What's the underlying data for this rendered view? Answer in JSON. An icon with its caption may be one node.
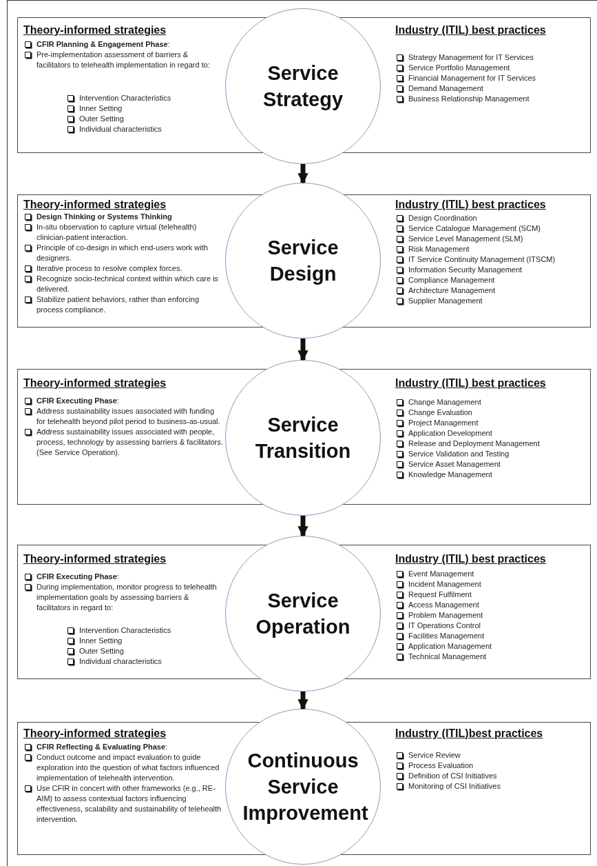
{
  "diagram": {
    "nodes": [
      {
        "text": [],
        "shape": "box"
      },
      {
        "text": [
          "Theory-informed strategies",
          "**CFIR Planning & Engagement Phase**:",
          "Pre-implementation assessment of barriers & facilitators to telehealth implementation in regard to:"
        ],
        "in": 0
      },
      {
        "text": [
          "Intervention Characteristics",
          "Inner Setting",
          "Outer Setting",
          "Individual characteristics"
        ],
        "in": 0
      },
      {
        "text": [
          "Service Strategy"
        ]
      },
      {
        "text": [
          "Industry (ITIL) best practices",
          "Strategy Management for IT Services",
          "Service Portfolio Management",
          "Financial Management for IT Services",
          "Demand Management",
          "Business Relationship Management"
        ],
        "in": 0
      },
      {
        "text": [],
        "shape": "box"
      },
      {
        "text": [
          "Theory-informed strategies",
          "**Design Thinking or Systems Thinking**",
          "In-situ observation to capture virtual (telehealth) clinician-patient interaction.",
          "Principle of co-design in which end-users work with designers.",
          "Iterative process to resolve complex forces.",
          "Recognize socio-technical context within which care is delivered.",
          "Stabilize patient behaviors, rather than enforcing process compliance."
        ],
        "in": 5
      },
      {
        "text": [
          "Service Design"
        ]
      },
      {
        "text": [
          "Industry (ITIL) best practices",
          "Design Coordination",
          "Service Catalogue Management (SCM)",
          "Service Level Management (SLM)",
          "Risk Management",
          "IT Service Continuity Management (ITSCM)",
          "Information Security Management",
          "Compliance Management",
          "Architecture Management",
          "Supplier Management"
        ],
        "in": 5
      },
      {
        "text": [],
        "shape": "box"
      },
      {
        "text": [
          "Theory-informed strategies",
          "**CFIR Executing Phase**:",
          "Address sustainability issues associated with funding for telehealth beyond pilot period to business-as-usual.",
          "Address sustainability issues associated with people, process, technology by assessing barriers & facilitators. (See Service Operation)."
        ],
        "in": 9
      },
      {
        "text": [
          "Service Transition"
        ]
      },
      {
        "text": [
          "Industry (ITIL) best practices",
          "Change Management",
          "Change Evaluation",
          "Project Management",
          "Application Development",
          "Release and Deployment Management",
          "Service Validation and Testing",
          "Service Asset Management",
          "Knowledge Management"
        ],
        "in": 9
      },
      {
        "text": [],
        "shape": "box"
      },
      {
        "text": [
          "Theory-informed strategies",
          "**CFIR Executing Phase**:",
          "During implementation, monitor progress to telehealth implementation goals by assessing barriers & facilitators in regard to:"
        ],
        "in": 13
      },
      {
        "text": [
          "Intervention Characteristics",
          "Inner Setting",
          "Outer Setting",
          "Individual characteristics"
        ],
        "in": 13
      },
      {
        "text": [
          "Service Operation"
        ]
      },
      {
        "text": [
          "Industry (ITIL) best practices",
          "Event Management",
          "Incident Management",
          "Request Fulfilment",
          "Access Management",
          "Problem Management",
          "IT Operations Control",
          "Facilities Management",
          "Application Management",
          "Technical Management"
        ],
        "in": 13
      },
      {
        "text": [],
        "shape": "box"
      },
      {
        "text": [
          "Theory-informed strategies",
          "**CFIR Reflecting & Evaluating Phase**:",
          "Conduct outcome and impact evaluation to guide exploration into the question of what factors influenced implementation of telehealth intervention.",
          "Use CFIR in concert with other frameworks (e.g., RE-AIM) to assess contextual factors influencing effectiveness, scalability and sustainability of telehealth intervention."
        ],
        "in": 18
      },
      {
        "text": [
          "Continuous Service Improvement"
        ]
      },
      {
        "text": [
          "Industry (ITIL)best practices",
          "Service Review",
          "Process Evaluation",
          "Definition of CSI Initiatives",
          "Monitoring of CSI Initiatives"
        ],
        "in": 18
      }
    ],
    "edges": [
      {
        "from": 3,
        "to": 7,
        "arrow": "to"
      },
      {
        "from": 7,
        "to": 11,
        "arrow": "to"
      },
      {
        "from": 11,
        "to": 16,
        "arrow": "to"
      },
      {
        "from": 16,
        "to": 20,
        "arrow": "to"
      }
    ]
  }
}
